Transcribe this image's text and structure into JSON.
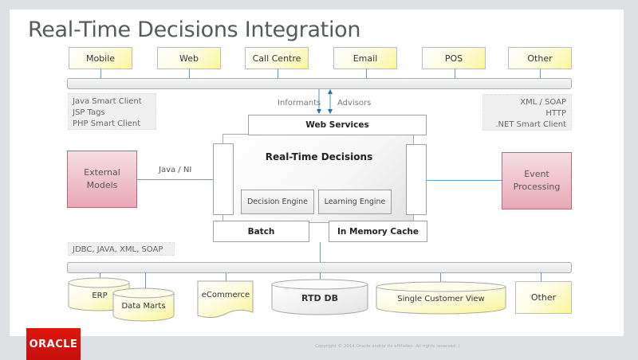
{
  "title": "Real-Time Decisions Integration",
  "channels": [
    "Mobile",
    "Web",
    "Call Centre",
    "Email",
    "POS",
    "Other"
  ],
  "left_protocols": [
    "Java Smart Client",
    "JSP Tags",
    "PHP Smart Client"
  ],
  "right_protocols": [
    "XML / SOAP",
    "HTTP",
    ".NET Smart Client"
  ],
  "arrows": {
    "down": "Informants",
    "up": "Advisors"
  },
  "web_services": "Web Services",
  "core": {
    "title": "Real-Time Decisions",
    "engines": [
      "Decision Engine",
      "Learning Engine"
    ],
    "batch": "Batch",
    "cache": "In Memory Cache"
  },
  "external_models": "External Models",
  "java_ni": "Java / NI",
  "event_processing": "Event Processing",
  "data_protocols": "JDBC, JAVA, XML, SOAP",
  "data_sources": [
    "ERP",
    "Data Marts",
    "eCommerce",
    "RTD DB",
    "Single Customer View",
    "Other"
  ],
  "footer": {
    "brand": "ORACLE",
    "copyright": "Copyright © 2014 Oracle and/or its affiliates. All rights reserved. |"
  },
  "colors": {
    "brand_red": "#e0140f",
    "connector_blue": "#5a9bd5",
    "channel_yellow": "#fcf69a",
    "pink": "#e8a8b6"
  }
}
